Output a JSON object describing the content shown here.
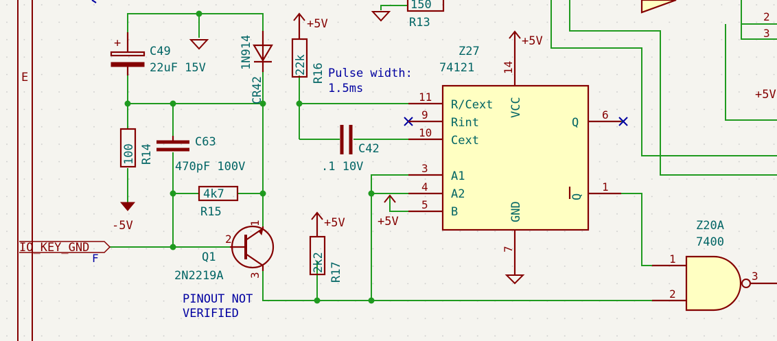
{
  "sheet": {
    "row_label": "E",
    "row_label_f": "F"
  },
  "components": {
    "c49": {
      "ref": "C49",
      "value": "22uF 15V"
    },
    "d_1n914": {
      "ref": "CR42",
      "value": "1N914"
    },
    "r16": {
      "ref": "R16",
      "value": "22k"
    },
    "z27": {
      "ref": "Z27",
      "value": "74121"
    },
    "r13": {
      "ref": "R13",
      "value": "150"
    },
    "r14": {
      "ref": "R14",
      "value": "100"
    },
    "c63": {
      "ref": "C63",
      "value": "470pF 100V"
    },
    "c42": {
      "ref": "C42",
      "value": ".1 10V"
    },
    "r15": {
      "ref": "R15",
      "value": "4k7"
    },
    "q1": {
      "ref": "Q1",
      "value": "2N2219A"
    },
    "r17": {
      "ref": "R17",
      "value": "2k2"
    },
    "z20a": {
      "ref": "Z20A",
      "value": "7400"
    }
  },
  "ic_pins": {
    "rcext": {
      "num": "11",
      "name": "R/Cext"
    },
    "rint": {
      "num": "9",
      "name": "Rint"
    },
    "cext": {
      "num": "10",
      "name": "Cext"
    },
    "a1": {
      "num": "3",
      "name": "A1"
    },
    "a2": {
      "num": "4",
      "name": "A2"
    },
    "b": {
      "num": "5",
      "name": "B"
    },
    "vcc": {
      "num": "14",
      "name": "VCC"
    },
    "gnd": {
      "num": "7",
      "name": "GND"
    },
    "q": {
      "num": "6",
      "name": "Q"
    },
    "qbar": {
      "num": "1",
      "name": "Q"
    }
  },
  "q1_pins": {
    "b": "2",
    "c": "1",
    "e": "3"
  },
  "gate_pins": {
    "in1": "1",
    "in2": "2",
    "out": "3"
  },
  "edge_pins": {
    "a": "2",
    "b": "3"
  },
  "power": {
    "p5v_r16": "+5V",
    "p5v_vcc": "+5V",
    "p5v_b": "+5V",
    "p5v_r17": "+5V",
    "p5v_right": "+5V",
    "m5v": "-5V"
  },
  "labels": {
    "io_key_gnd": "IO_KEY_GND",
    "pulse_width": "Pulse width:",
    "pulse_value": "1.5ms",
    "pinout_line1": "PINOUT NOT",
    "pinout_line2": "VERIFIED"
  },
  "colors": {
    "wire": "#1f9a1f",
    "component": "#840000",
    "text": "#006464",
    "note": "#0000a0",
    "body_fill": "#ffffc2"
  }
}
